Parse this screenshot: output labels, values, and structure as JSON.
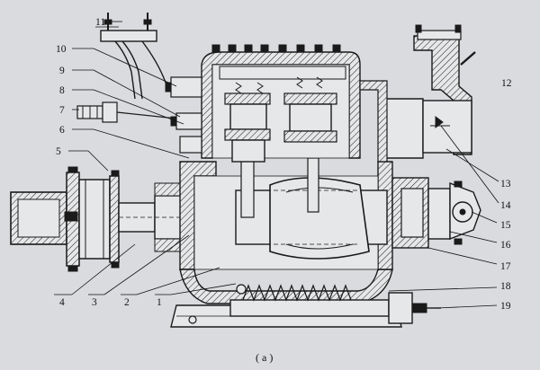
{
  "figure": {
    "caption": "( a )",
    "callouts": [
      {
        "num": "1",
        "side": "bottom-left"
      },
      {
        "num": "2",
        "side": "bottom-left"
      },
      {
        "num": "3",
        "side": "bottom-left"
      },
      {
        "num": "4",
        "side": "bottom-left"
      },
      {
        "num": "5",
        "side": "left"
      },
      {
        "num": "6",
        "side": "left"
      },
      {
        "num": "7",
        "side": "left"
      },
      {
        "num": "8",
        "side": "left"
      },
      {
        "num": "9",
        "side": "left"
      },
      {
        "num": "10",
        "side": "left"
      },
      {
        "num": "11",
        "side": "left"
      },
      {
        "num": "12",
        "side": "right"
      },
      {
        "num": "13",
        "side": "right"
      },
      {
        "num": "14",
        "side": "right"
      },
      {
        "num": "15",
        "side": "right"
      },
      {
        "num": "16",
        "side": "right"
      },
      {
        "num": "17",
        "side": "right"
      },
      {
        "num": "18",
        "side": "right"
      },
      {
        "num": "19",
        "side": "right"
      }
    ]
  }
}
